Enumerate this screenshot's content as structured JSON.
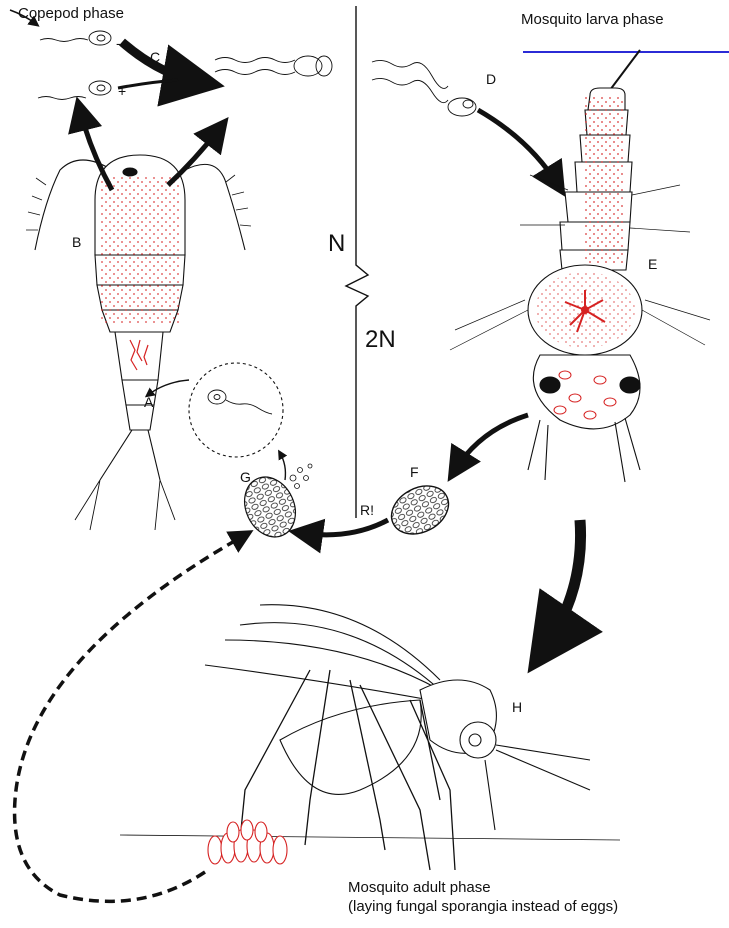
{
  "phases": {
    "copepod": "Copepod phase",
    "larva": "Mosquito larva phase",
    "adult_line1": "Mosquito adult phase",
    "adult_line2": "(laying fungal sporangia instead of eggs)"
  },
  "stage_labels": {
    "A": "A",
    "B": "B",
    "C": "C",
    "D": "D",
    "E": "E",
    "F": "F",
    "G": "G",
    "H": "H"
  },
  "ploidy": {
    "haploid": "N",
    "diploid": "2N"
  },
  "annotations": {
    "minus": "-",
    "plus": "+",
    "meiosis": "R!"
  },
  "colors": {
    "ink": "#111111",
    "fungus_red": "#d62222",
    "blue_rule": "#2b2bd6"
  }
}
